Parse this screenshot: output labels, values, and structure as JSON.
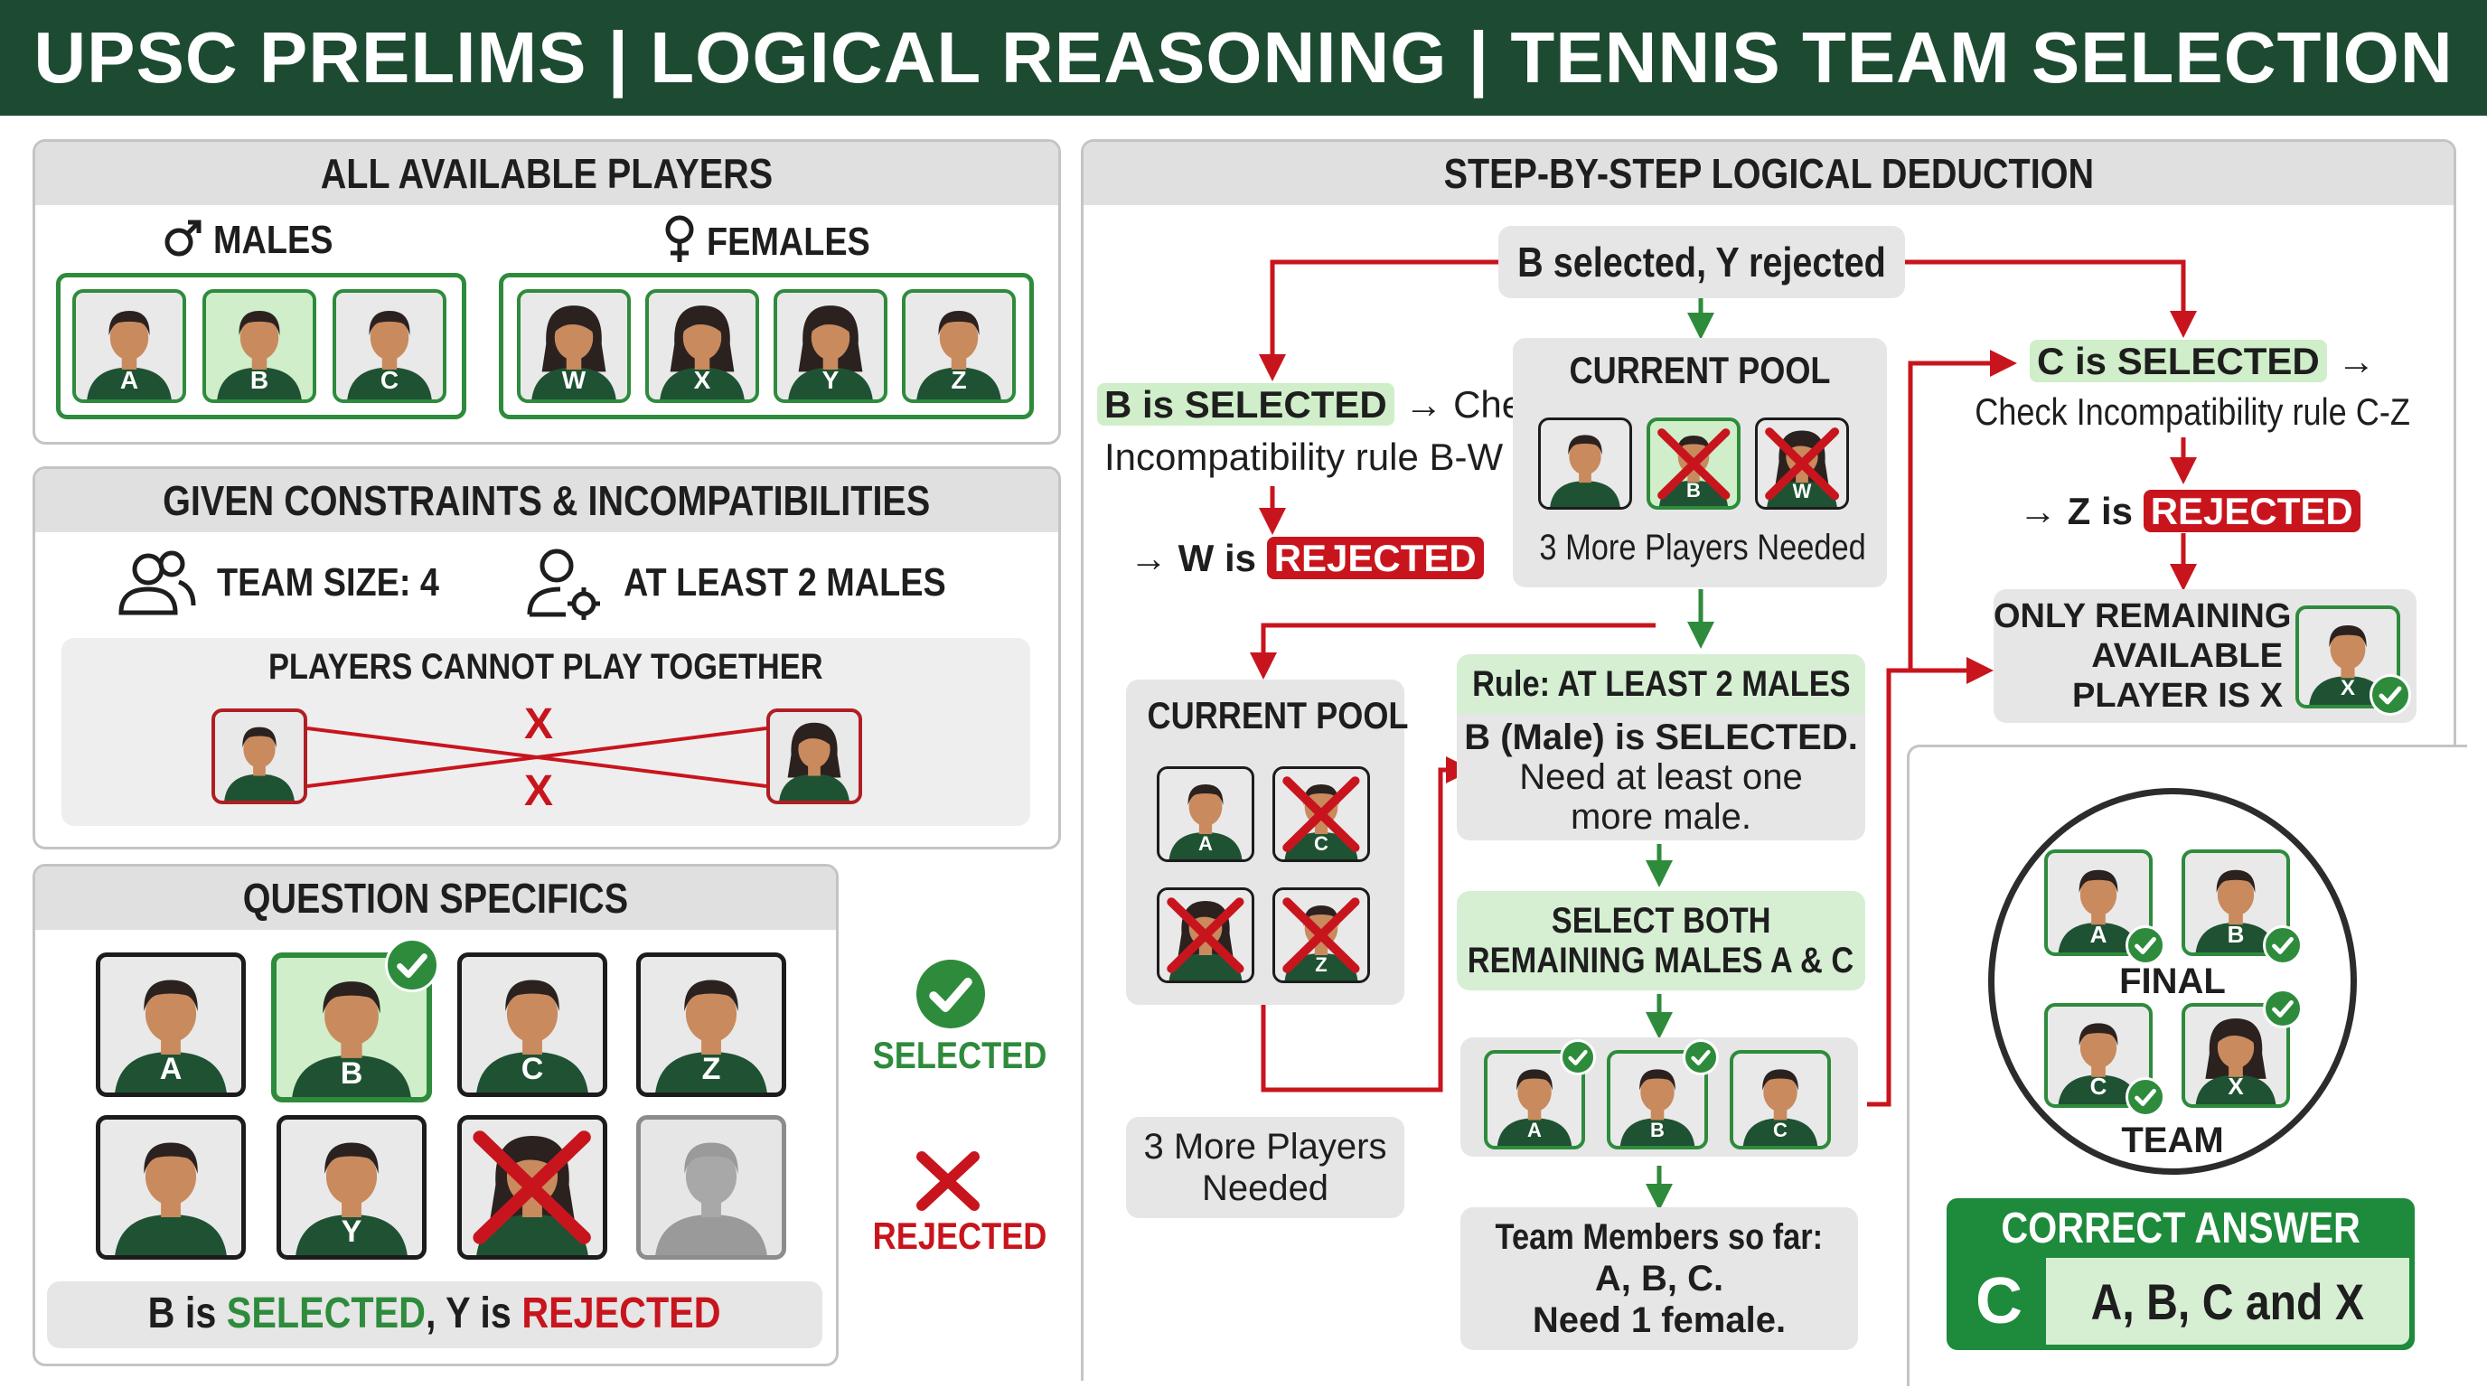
{
  "header": {
    "title": "UPSC PRELIMS | LOGICAL REASONING | TENNIS TEAM SELECTION"
  },
  "players_panel": {
    "title": "ALL AVAILABLE PLAYERS",
    "males_label": "MALES",
    "females_label": "FEMALES",
    "males": [
      "A",
      "B",
      "C"
    ],
    "females": [
      "W",
      "X",
      "Y",
      "Z"
    ]
  },
  "constraints_panel": {
    "title": "GIVEN CONSTRAINTS & INCOMPATIBILITIES",
    "team_size": "TEAM SIZE: 4",
    "min_males": "AT LEAST 2 MALES",
    "incompat_title": "PLAYERS CANNOT PLAY TOGETHER",
    "cross_mark": "X"
  },
  "question_panel": {
    "title": "QUESTION SPECIFICS",
    "row1": [
      "A",
      "B",
      "C",
      "Z"
    ],
    "row2": [
      "",
      "Y",
      "",
      ""
    ],
    "selected_label": "SELECTED",
    "rejected_label": "REJECTED",
    "summary": {
      "b_is": "B is ",
      "selected": "SELECTED",
      "comma_y_is": ", Y is ",
      "rejected": "REJECTED"
    }
  },
  "deduction": {
    "title": "STEP-BY-STEP LOGICAL DEDUCTION",
    "start": "B selected, Y rejected",
    "left_step": {
      "b_is": "B is SELECTED",
      "arrow_check": " → Check",
      "rule": "Incompatibility rule B-W",
      "arrow": "→ W is",
      "rejected": "REJECTED"
    },
    "pool1": {
      "title": "CURRENT POOL",
      "players": [
        "",
        "B",
        "W"
      ],
      "note": "3 More Players Needed"
    },
    "right_step": {
      "c_is": "C is SELECTED",
      "arrow": " →",
      "rule": "Check Incompatibility rule C-Z",
      "z_is": "→ Z is",
      "rejected": "REJECTED"
    },
    "only_remaining": {
      "line1": "ONLY REMAINING",
      "line2": "AVAILABLE",
      "line3": "PLAYER IS X",
      "player": "X"
    },
    "pool2": {
      "title": "CURRENT POOL",
      "players": [
        "A",
        "C",
        "",
        "Z"
      ],
      "note_line1": "3 More Players",
      "note_line2": "Needed"
    },
    "rule_males": {
      "title": "Rule: AT LEAST 2 MALES",
      "line1": "B (Male) is SELECTED.",
      "line2": "Need at least one",
      "line3": "more male."
    },
    "select_both": {
      "line1": "SELECT BOTH",
      "line2": "REMAINING MALES A & C"
    },
    "team_row": [
      "A",
      "B",
      "C"
    ],
    "so_far": {
      "line1": "Team Members so far:",
      "line2": "A, B, C.",
      "line3": "Need 1 female."
    }
  },
  "final_team": {
    "players": [
      "A",
      "B",
      "C",
      "X"
    ],
    "word1": "FINAL",
    "word2": "TEAM"
  },
  "answer": {
    "title": "CORRECT ANSWER",
    "letter": "C",
    "text": "A, B, C and X"
  },
  "colors": {
    "header_bg": "#1d4b32",
    "green": "#2e8b3c",
    "red": "#c8151d",
    "shirt": "#1f5233",
    "skin": "#c98a5e",
    "hair": "#2b2220"
  }
}
